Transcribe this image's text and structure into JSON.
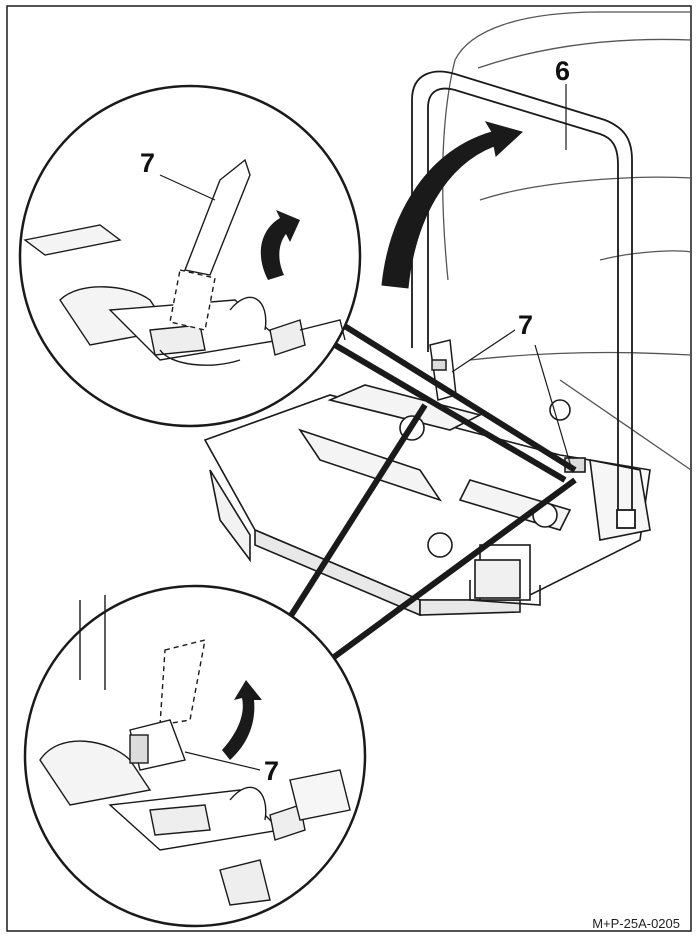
{
  "callouts": {
    "six": "6",
    "seven_top_circle": "7",
    "seven_main": "7",
    "seven_bottom_circle": "7"
  },
  "reference_code": "M+P-25A-0205",
  "colors": {
    "line": "#1a1a1a",
    "fill": "#ffffff",
    "shade": "#dcdcdc"
  }
}
